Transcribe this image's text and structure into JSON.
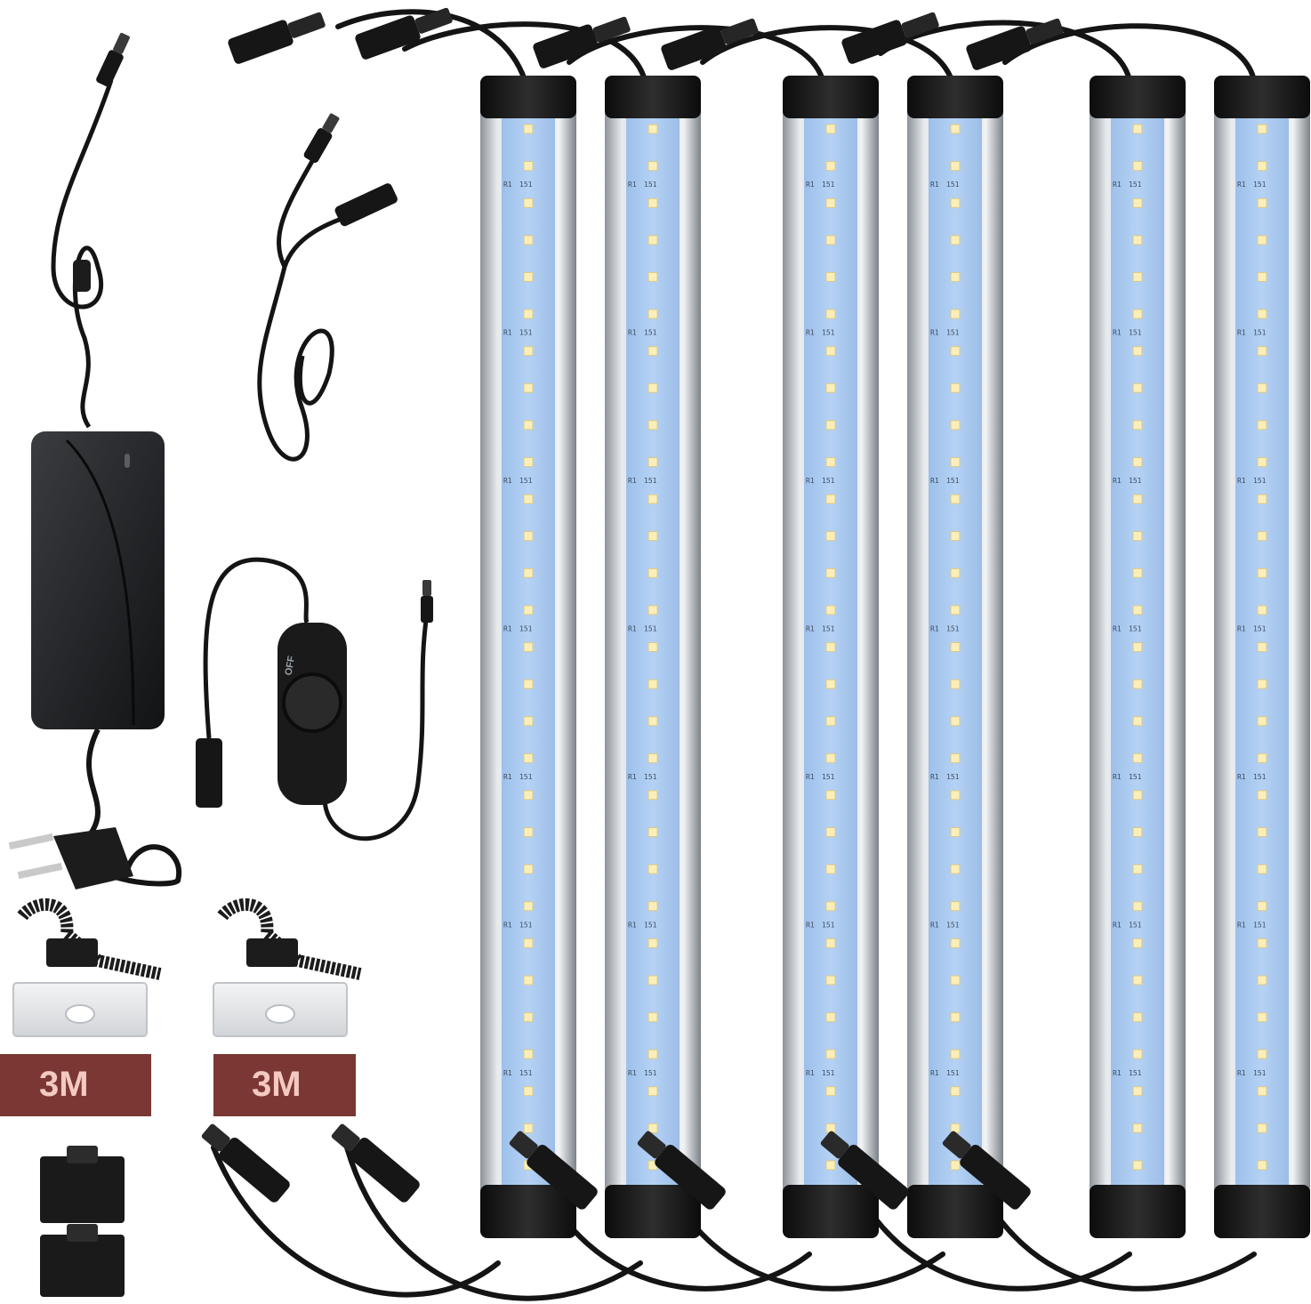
{
  "accessories": {
    "adhesive_tapes": [
      "3M",
      "3M"
    ],
    "dimmer_switch": {
      "text": "OFF"
    }
  },
  "light_bars": {
    "count": 6,
    "led_count_per_bar": 29,
    "chip_label": "R1",
    "chip_code": "151",
    "colors": {
      "diffuser": "#a9c8f0",
      "led": "#fbeeb9",
      "aluminum": "#cfd3d8",
      "end_cap": "#1b1b1b"
    }
  },
  "colors": {
    "cable": "#141414",
    "tape": "#7a3733",
    "clip": "#e4e6e8"
  }
}
